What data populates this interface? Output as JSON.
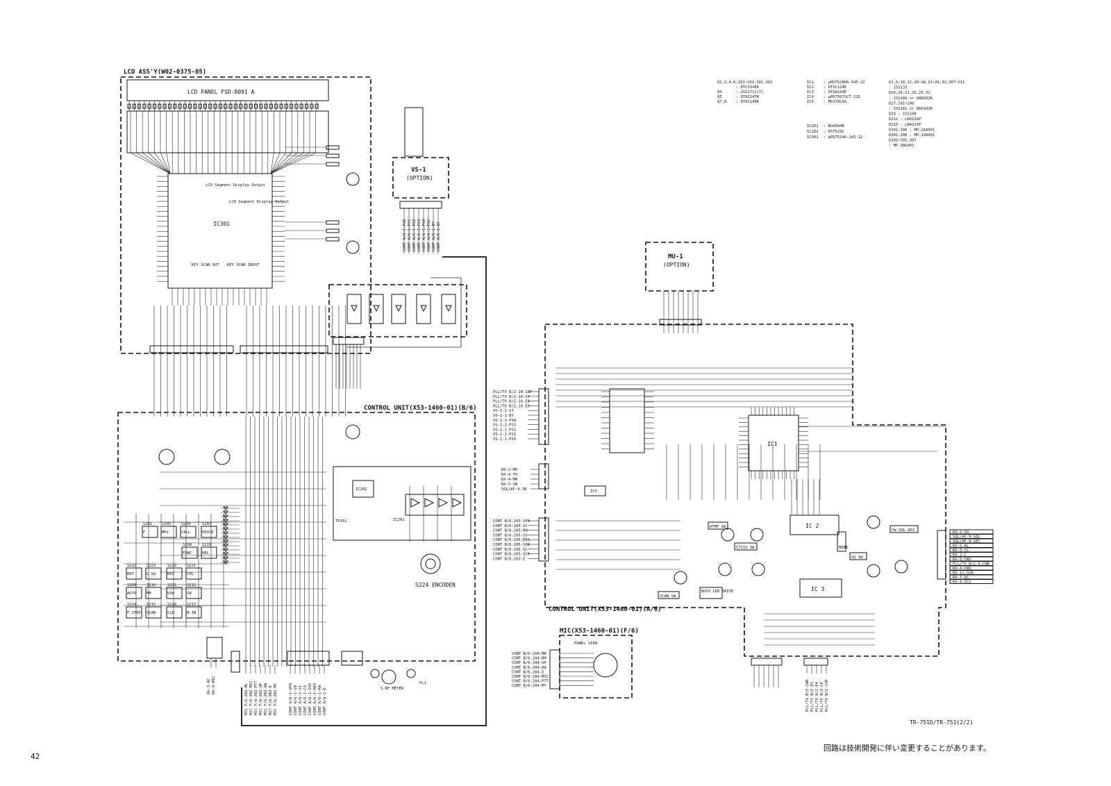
{
  "page_number": "42",
  "footer_title": "TR-751D/TR-751(2/2)",
  "footer_note": "回路は技術開発に伴い変更することがあります。",
  "blocks": {
    "lcd_assy": "LCD ASS'Y(W02-0375-05)",
    "lcd_panel": "LCD PANEL FSD-8091 A",
    "ic301": "IC301",
    "lcd_seg1": "LCD Segment Display Output",
    "lcd_seg2": "LCD Segment Display Output",
    "key_scan_out": "KEY SCAN OUT",
    "key_scan_input": "KEY SCAN INPUT",
    "vs1": "VS-1",
    "vs1_option": "(OPTION)",
    "mu1": "MU-1",
    "mu1_option": "(OPTION)",
    "control_unit_b6": "CONTROL UNIT(X53-1460-01)(B/6)",
    "control_unit_a6": "CONTROL UNIT(X53-1460-01)(A/6)",
    "mic_f6": "MIC(X53-1460-01)(F/6)",
    "panel_view": "PANEL VIEW",
    "ic202": "IC202",
    "ic201": "IC201",
    "ic1": "IC1",
    "ic2": "IC 2",
    "ic3": "IC 3",
    "ic5": "IC5",
    "encoder": "S224 ENCODEN",
    "meter": "S-RF METER",
    "pl1": "PL1"
  },
  "parts_list_col1": [
    {
      "ref": "Q1,2,4,6,201~203,301,302",
      "part": ""
    },
    {
      "ref": "",
      "part": ": DTC114EK"
    },
    {
      "ref": "Q3",
      "part": ": 2SC2712(Y)"
    },
    {
      "ref": "Q5",
      "part": ": DTA114TK"
    },
    {
      "ref": "Q7,8",
      "part": ": DTA114EK"
    }
  ],
  "parts_list_col2": [
    {
      "ref": "IC1",
      "part": ": μPD7528HG-545-22"
    },
    {
      "ref": "IC2",
      "part": ": DTSC124E"
    },
    {
      "ref": "IC3",
      "part": ": DTSA143E"
    },
    {
      "ref": "IC4",
      "part": ": μPD7507SCT-215"
    },
    {
      "ref": "IC5",
      "part": ": M5278L5G"
    },
    {
      "ref": "IC201",
      "part": ": BU4584B"
    },
    {
      "ref": "IC202",
      "part": ": PST523C"
    },
    {
      "ref": "IC301",
      "part": ": μPD75146-143-12"
    }
  ],
  "parts_list_col3": [
    "D1,9,10,12,16~18,22~24,32,207~211",
    ": 1SS133",
    "D19,20,21,25,26,31",
    ": 1SS184 or DAN202K",
    "D27,201~206",
    ": 1SS181 or DAP202K",
    "D29 : 1SS108",
    "D212 : LN322GP",
    "D213 : LN422YP",
    "D301,306 : MP-2AA001",
    "D302,308 : MP-1SR001",
    "D303~305,307",
    ": MP-2BG001"
  ],
  "switches": [
    {
      "id": "S201",
      "name": "F"
    },
    {
      "id": "S205",
      "name": "MHz"
    },
    {
      "id": "S204",
      "name": "CALL"
    },
    {
      "id": "S203",
      "name": "VOICE"
    },
    {
      "id": "S208",
      "name": "FUNC"
    },
    {
      "id": "S219",
      "name": "DEL"
    },
    {
      "id": "S222",
      "name": "ENT"
    },
    {
      "id": "S223",
      "name": "C.SQ"
    },
    {
      "id": "S220",
      "name": "REV"
    },
    {
      "id": "S221",
      "name": "CHL"
    },
    {
      "id": "S209",
      "name": "AUTO"
    },
    {
      "id": "S210",
      "name": "FM"
    },
    {
      "id": "S211",
      "name": "USB"
    },
    {
      "id": "S212",
      "name": "CW"
    },
    {
      "id": "S214",
      "name": "F.STEP"
    },
    {
      "id": "S215",
      "name": "SCAN"
    },
    {
      "id": "S216",
      "name": "CLR"
    },
    {
      "id": "S217",
      "name": "M.IN"
    }
  ],
  "vs1_connector": [
    "CONT A/6-1-PSO",
    "CONT A/6-1-PS1",
    "CONT A/6-1-PS2",
    "CONT A/6-1-PS3",
    "CONT A/6-1-PS4",
    "CONT A/6-1-PS5",
    "CONT A/6-1-BY",
    "CONT A/6-1-8C"
  ],
  "left_connector_a6": [
    "PLL/TX B/2-10-13P",
    "PLL/TX B/2-10-CP",
    "PLL/TX B/2-10-E4",
    "PLL/TX B/2-10-E5",
    "VS-1-1-ST",
    "VS-1-1-BY",
    "VS-1-1-PS4",
    "VS-1-1-PS3",
    "VS-1-1-PS2",
    "VS-1-1-PS1",
    "VS-1-1-PSO"
  ],
  "left_connector_mid": [
    "RX-2-MO",
    "RX-4-TO",
    "RX-4-MR",
    "RX-5-SB",
    "SQL/AF-9-38"
  ],
  "left_connector_b6": [
    "CONT B/6-203-VFD",
    "CONT B/6-205-SC",
    "CONT B/6-205-RW",
    "CONT B/6-205-SO",
    "CONT B/6-205-RES",
    "CONT B/6-205-SOK",
    "CONT B/6-205-SC",
    "CONT B/6-205-SCK",
    "CONT B/6-203-E"
  ],
  "right_connector": [
    "RX-2-SQ",
    "SQL/AF-9-SQL",
    "SQL/AF-9-SEC",
    "RX-5-AL",
    "RX-3-CL",
    "RX-3-C",
    "RX-5-CWS",
    "PLL/TX B/2-5-CWB",
    "RX-4-CWS",
    "RX-11-SSB",
    "RX-7-SC",
    "RX-4-SCS"
  ],
  "mic_connector": [
    "CONT B/6-204-MB",
    "CONT B/6-204-RM",
    "CONT B/6-204-UP",
    "CONT B/6-204-DW",
    "CONT B/6-204-E",
    "CONT B/6-204-MIC",
    "CONT B/6-204-PTT",
    "CONT B/6-204-MT"
  ],
  "bottom_mic_labels": [
    "MIC F/6-202-ML",
    "MIC F/6-202-MIC",
    "MIC F/6-202-PTT",
    "MIC F/6-202-UP",
    "MIC F/6-202-DW",
    "MIC F/6-202-E",
    "MIC F/6-202-MT"
  ],
  "bottom_cont_labels": [
    "CONT A/6-1-VFD",
    "CONT A/6-1-SO",
    "CONT A/6-1-SI",
    "CONT A/6-1-CS",
    "CONT A/6-1-SCK",
    "CONT A/6-1-RES",
    "CONT A/6-1-RW",
    "CONT A/6-1-E"
  ],
  "bottom_right_labels": [
    "PLL/TX B/2-CWB",
    "PLL/TX B/2-E5",
    "PLL/TX B/2-E4",
    "PLL/TX B/2-CP",
    "PLL/TX B/2-13P"
  ],
  "rx_short": [
    "RX-3-8C",
    "RX-4-MIC"
  ],
  "misc_labels": {
    "dtmf_sw": "DTMF SW",
    "ctcss_sw": "CTCSS SW",
    "scan_sw": "SCAN SW",
    "busy_led": "BUSY LED DRIVE",
    "mode_sw": "MODE",
    "sq_sw": "SQ SW",
    "cw_sql": "CW SQL ADJ",
    "tp201": "TP201"
  }
}
